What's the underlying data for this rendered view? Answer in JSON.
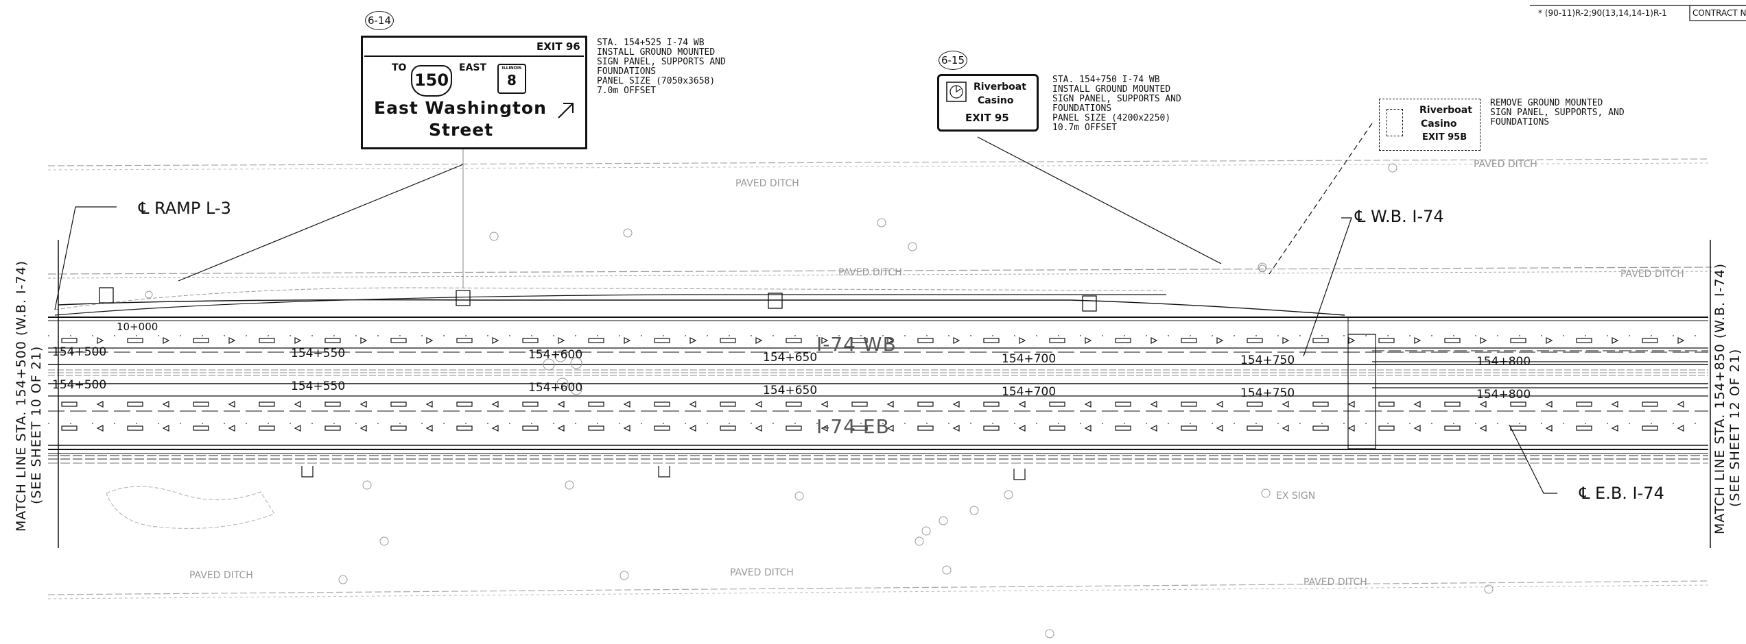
{
  "title_block": {
    "contract_code": "* (90-11)R-2;90(13,14,14-1)R-1",
    "contract_label": "CONTRACT N"
  },
  "sign_6_14": {
    "bubble": "6-14",
    "exit": "EXIT 96",
    "to": "TO",
    "us_route": "150",
    "east": "EAST",
    "state_label": "ILLINOIS",
    "state_route": "8",
    "destination_line1": "East Washington",
    "destination_line2": "Street",
    "note": "STA. 154+525 I-74 WB\nINSTALL GROUND MOUNTED\nSIGN PANEL, SUPPORTS AND\nFOUNDATIONS\nPANEL SIZE (7050x3658)\n7.0m OFFSET"
  },
  "sign_6_15": {
    "bubble": "6-15",
    "line1": "Riverboat",
    "line2": "Casino",
    "exit": "EXIT 95",
    "note": "STA. 154+750 I-74 WB\nINSTALL GROUND MOUNTED\nSIGN PANEL, SUPPORTS AND\nFOUNDATIONS\nPANEL SIZE (4200x2250)\n10.7m OFFSET"
  },
  "sign_remove": {
    "line1": "Riverboat",
    "line2": "Casino",
    "exit": "EXIT 95B",
    "note": "REMOVE GROUND MOUNTED\nSIGN PANEL, SUPPORTS, AND\nFOUNDATIONS"
  },
  "labels": {
    "ramp": "℄ RAMP L-3",
    "wb_cl": "℄ W.B. I-74",
    "eb_cl": "℄ E.B. I-74",
    "wb_road": "I-74 WB",
    "eb_road": "I-74 EB",
    "ramp_station": "10+000",
    "paved_ditch": "PAVED DITCH",
    "ex_sign": "EX SIGN"
  },
  "match_left": {
    "line1": "MATCH LINE STA. 154+500 (W.B. I-74)",
    "line2": "(SEE SHEET 10 OF 21)"
  },
  "match_right": {
    "line1": "MATCH LINE STA. 154+850 (W.B. I-74)",
    "line2": "(SEE SHEET 12 OF 21)"
  },
  "wb_stations": [
    "154+500",
    "154+550",
    "154+600",
    "154+650",
    "154+700",
    "154+750",
    "154+800"
  ],
  "eb_stations": [
    "154+500",
    "154+550",
    "154+600",
    "154+650",
    "154+700",
    "154+750",
    "154+800"
  ]
}
